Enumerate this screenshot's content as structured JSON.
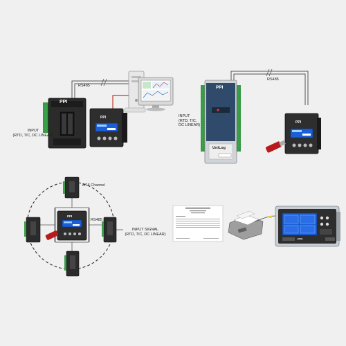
{
  "panel_top_left": {
    "input_label_line1": "INPUT",
    "input_label_line2": "(RTD, T/C, DC LINEAR)",
    "link_label": "RS485",
    "logger_brand": "PPI",
    "display_brand": "PPI"
  },
  "panel_top_right": {
    "input_label_line1": "INPUT",
    "input_label_line2": "(RTD, T/C,",
    "input_label_line3": "DC LINEAR)",
    "link_label": "RS485",
    "logger_brand": "PPI",
    "logger_name": "UniLog",
    "display_brand": "PPI"
  },
  "panel_bottom_left": {
    "channel_label": "8/16 Channel",
    "link_label": "RS485",
    "input_label_line1": "INPUT SIGNAL",
    "input_label_line2": "(RTD, T/C, DC LINEAR)",
    "display_brand": "PPI"
  },
  "panel_bottom_right": {
    "display_brand": "PPI"
  },
  "colors": {
    "background": "#f0f0f0",
    "device_dark": "#2b2b2b",
    "screen_blue": "#1b5fd6",
    "terminal_green": "#3aa04a",
    "cable_red": "#c0392b",
    "logger_blue": "#2f4a6b"
  },
  "icons": [
    "usb-stick-icon",
    "printer-icon",
    "computer-icon"
  ]
}
